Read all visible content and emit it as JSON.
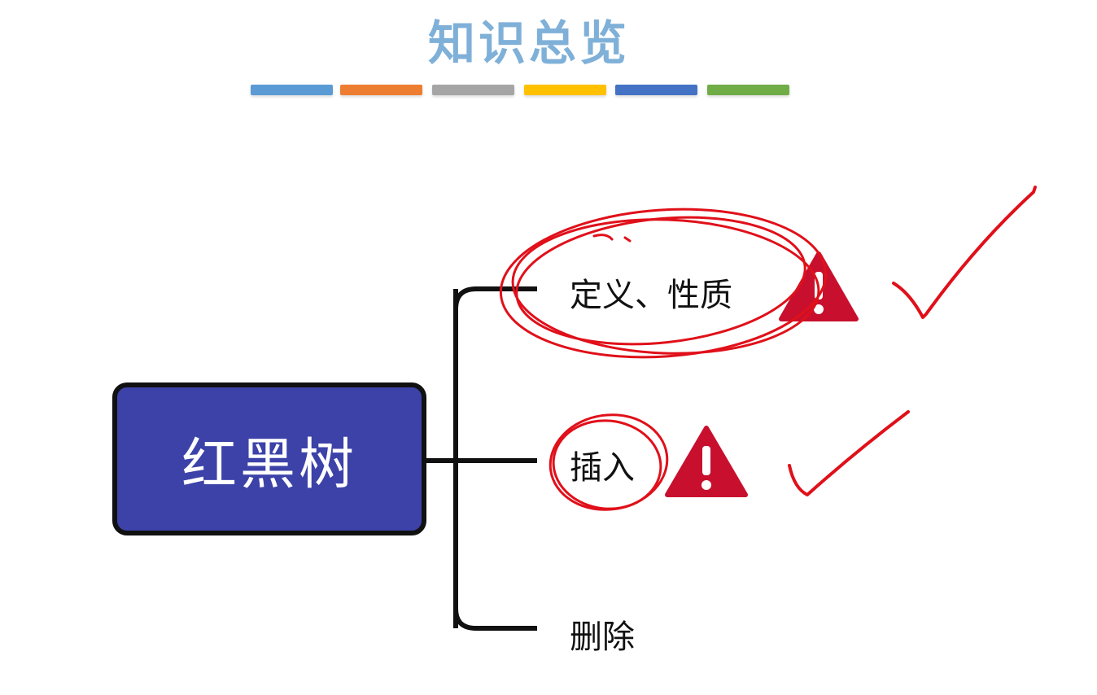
{
  "title": "知识总览",
  "color_bars": [
    "#5b9bd5",
    "#ed7d31",
    "#a5a5a5",
    "#ffc000",
    "#4472c4",
    "#70ad47"
  ],
  "root": {
    "label": "红黑树",
    "fill": "#3c42a8"
  },
  "branches": [
    {
      "label": "定义、性质",
      "has_warning": true,
      "checked": true
    },
    {
      "label": "插入",
      "has_warning": true,
      "checked": true
    },
    {
      "label": "删除",
      "has_warning": false,
      "checked": false
    }
  ],
  "colors": {
    "annotation": "#e0101a",
    "warning": "#c8102e",
    "connector": "#111111"
  }
}
